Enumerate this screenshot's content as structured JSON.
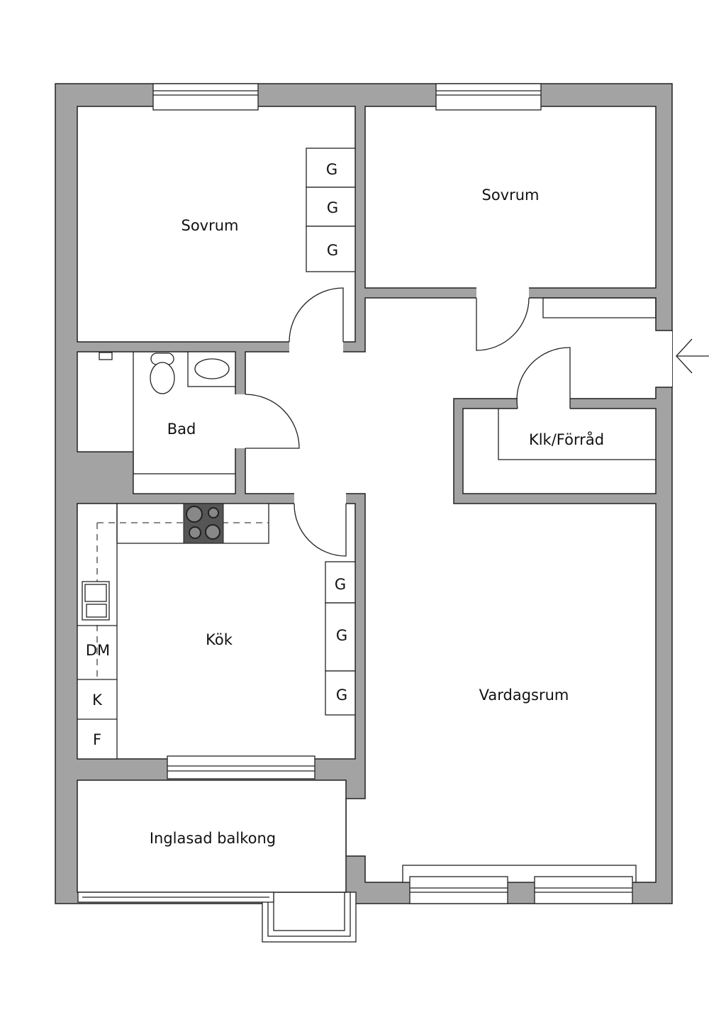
{
  "rooms": {
    "bedroom_1": "Sovrum",
    "bedroom_2": "Sovrum",
    "bathroom": "Bad",
    "kitchen": "Kök",
    "closet": "Klk/Förråd",
    "living_room": "Vardagsrum",
    "balcony": "Inglasad balkong"
  },
  "fixtures": {
    "wardrobe": "G",
    "dishwasher": "DM",
    "fridge": "K",
    "freezer": "F"
  },
  "colors": {
    "wall": "#a3a3a3",
    "stove": "#555555"
  },
  "icons": {
    "entrance": "arrow-left-icon"
  }
}
